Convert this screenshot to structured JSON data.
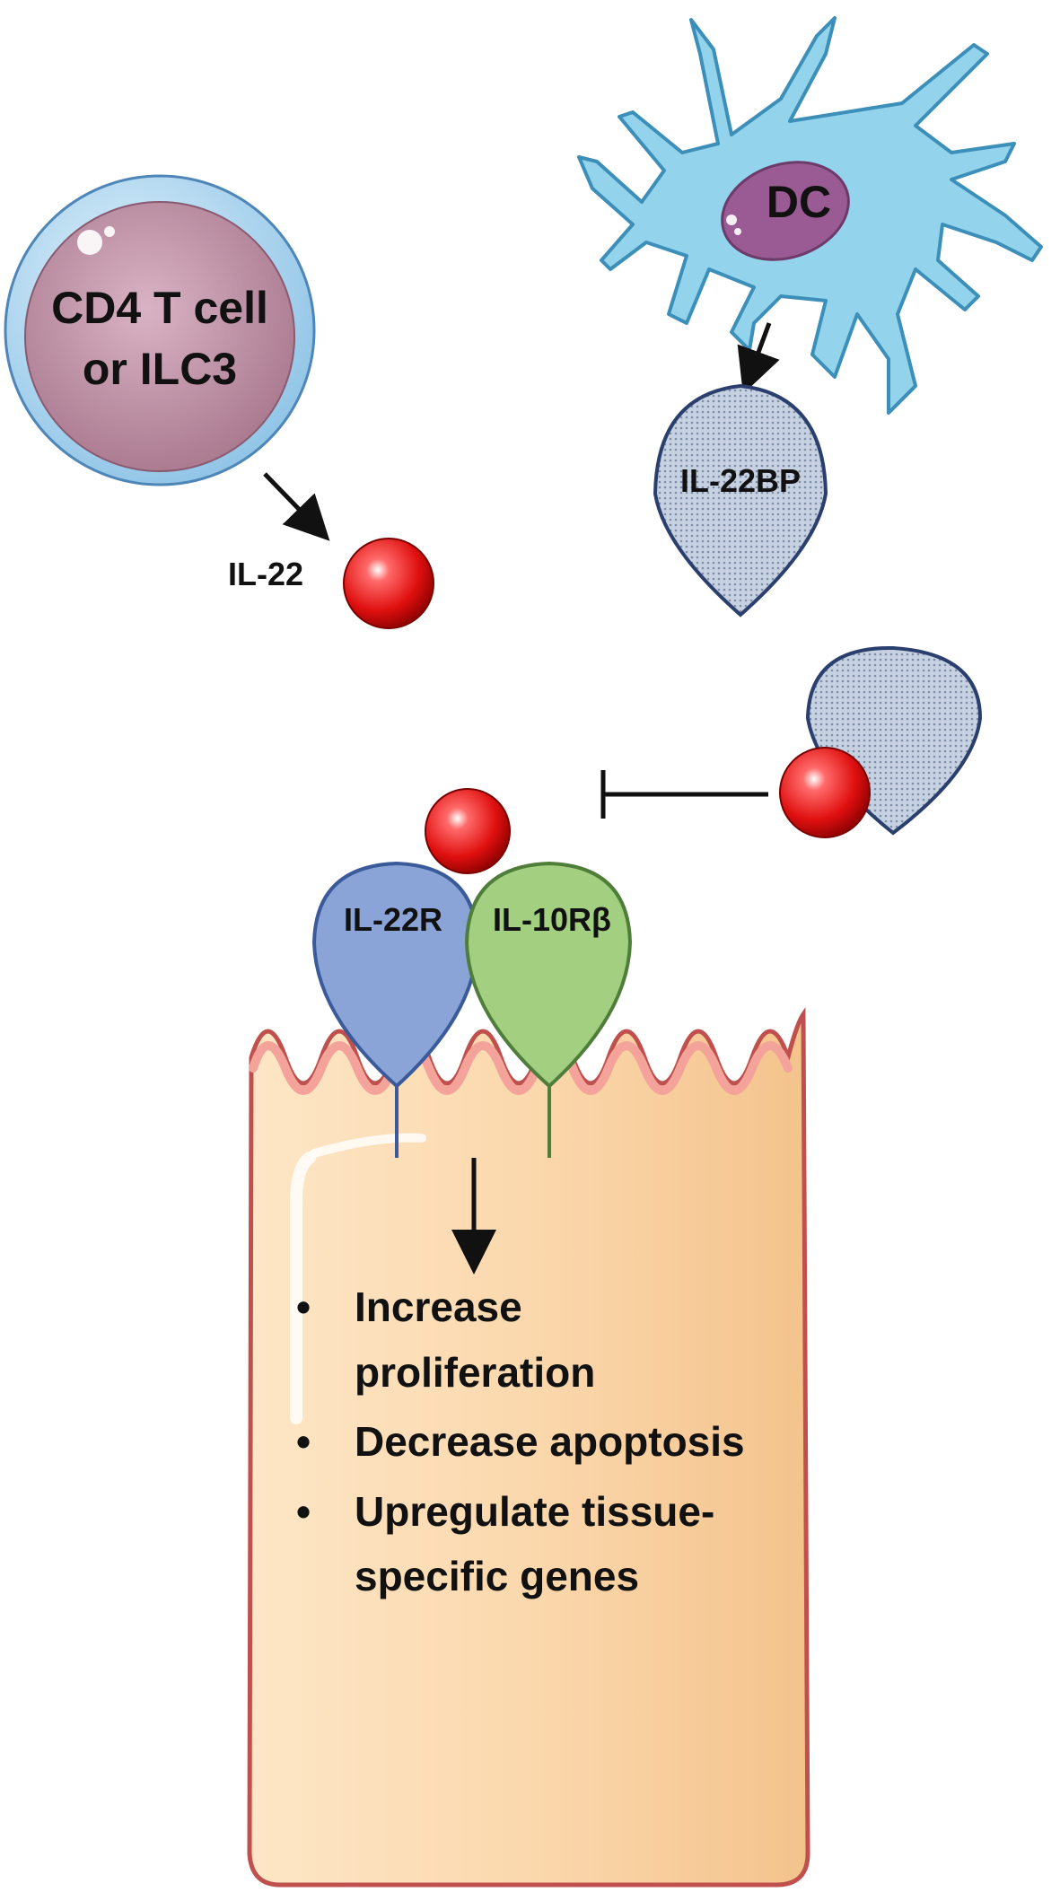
{
  "labels": {
    "tcell_line1": "CD4 T cell",
    "tcell_line2": "or ILC3",
    "dc": "DC",
    "il22": "IL-22",
    "il22bp": "IL-22BP",
    "il22r": "IL-22R",
    "il10rb": "IL-10Rβ"
  },
  "outcomes": {
    "bullet": "•",
    "items": [
      [
        "Increase",
        "proliferation"
      ],
      [
        "Decrease apoptosis"
      ],
      [
        "Upregulate tissue-",
        "specific genes"
      ]
    ]
  },
  "colors": {
    "tcell_outer": "#a9d3ee",
    "tcell_inner": "#c89aad",
    "dc_body": "#8fd0ea",
    "dc_nucleus": "#9a5a94",
    "il22_ball": "#e21b1b",
    "bp_fill": "#c3cfdf",
    "bp_stroke": "#2b3f6e",
    "il22r_fill": "#8aa4d8",
    "il10rb_fill": "#a3cf80",
    "epithelial_fill": "#fbd8ad",
    "epithelial_stroke": "#c0504d",
    "microvilli_fill": "#f6a39a"
  }
}
